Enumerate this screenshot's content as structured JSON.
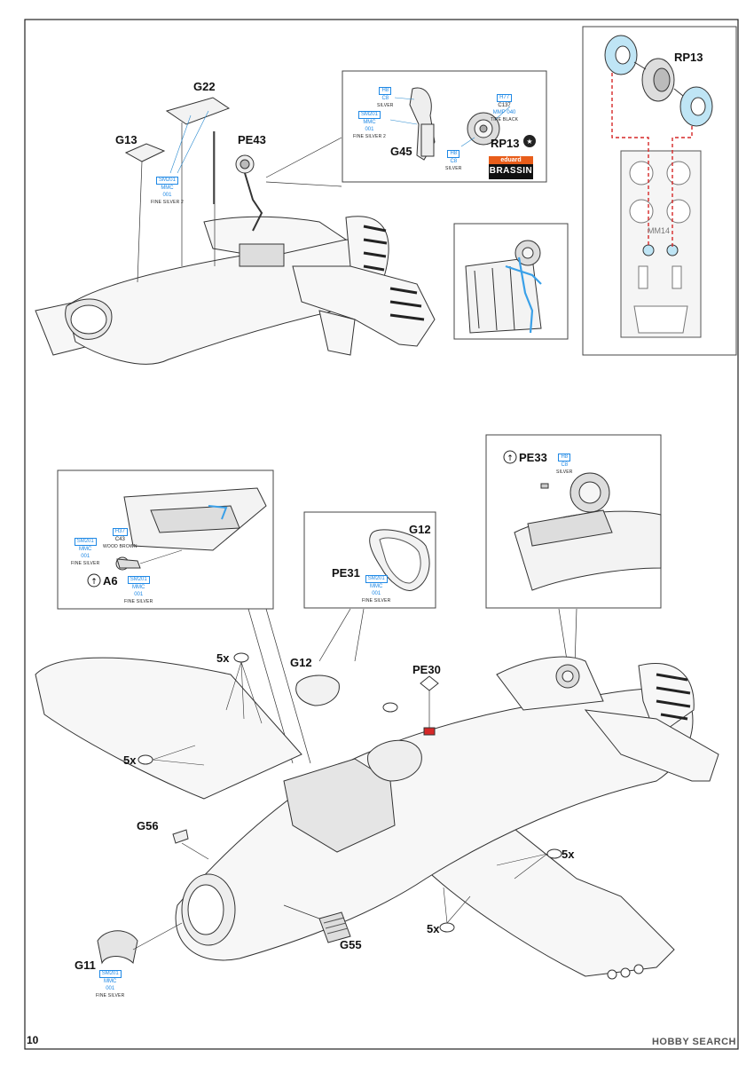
{
  "page_number": "10",
  "watermark": "HOBBY SEARCH",
  "brassin": {
    "line1": "eduard",
    "line2": "BRASSIN"
  },
  "parts": {
    "g22": "G22",
    "g13": "G13",
    "pe43": "PE43",
    "g45": "G45",
    "rp13_detail": "RP13",
    "rp13_top": "RP13",
    "mask_code": "MM14",
    "pe33": "PE33",
    "a6": "A6",
    "g12_detail": "G12",
    "pe31": "PE31",
    "g12_main": "G12",
    "pe30": "PE30",
    "g56": "G56",
    "g55": "G55",
    "g11": "G11",
    "count_top_left": "5x",
    "count_left": "5x",
    "count_right": "5x",
    "count_bottom": "5x"
  },
  "paints": {
    "sm201_a": {
      "c1": "SM201",
      "c2": "MMC",
      "c3": "001",
      "name": "FINE SILVER 2"
    },
    "h8_g45": {
      "c1": "H8",
      "c2": "C8",
      "name": "SILVER"
    },
    "sm201_g45": {
      "c1": "SM201",
      "c2": "MMC",
      "c3": "001",
      "name": "FINE SILVER 2"
    },
    "h77_tire": {
      "c1": "H77",
      "c2": "C137",
      "c3": "MMP 040",
      "name": "TIRE BLACK"
    },
    "h8_wheel": {
      "c1": "H8",
      "c2": "C8",
      "name": "SILVER"
    },
    "h37_a6": {
      "c1": "H37",
      "c2": "C43",
      "name": "WOOD BROWN"
    },
    "sm201_a6_left": {
      "c1": "SM201",
      "c2": "MMC",
      "c3": "001",
      "name": "FINE SILVER"
    },
    "sm201_a6_bottom": {
      "c1": "SM201",
      "c2": "MMC",
      "c3": "001",
      "name": "FINE SILVER"
    },
    "sm201_pe31": {
      "c1": "SM201",
      "c2": "MMC",
      "c3": "001",
      "name": "FINE SILVER"
    },
    "h8_pe33": {
      "c1": "H8",
      "c2": "C8",
      "name": "SILVER"
    },
    "sm201_g11": {
      "c1": "SM201",
      "c2": "MMC",
      "c3": "001",
      "name": "FINE SILVER"
    }
  }
}
